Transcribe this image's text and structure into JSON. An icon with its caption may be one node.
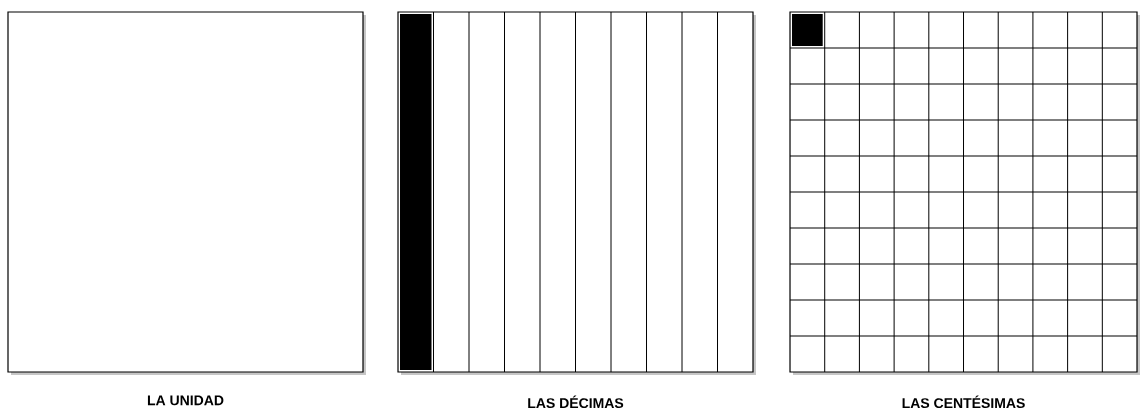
{
  "diagram": {
    "nodes": [
      {
        "text": [
          "LA UNIDAD"
        ]
      },
      {
        "text": [
          "LAS DÉCIMAS"
        ]
      },
      {
        "text": [
          "LAS CENTÉSIMAS"
        ]
      }
    ]
  }
}
